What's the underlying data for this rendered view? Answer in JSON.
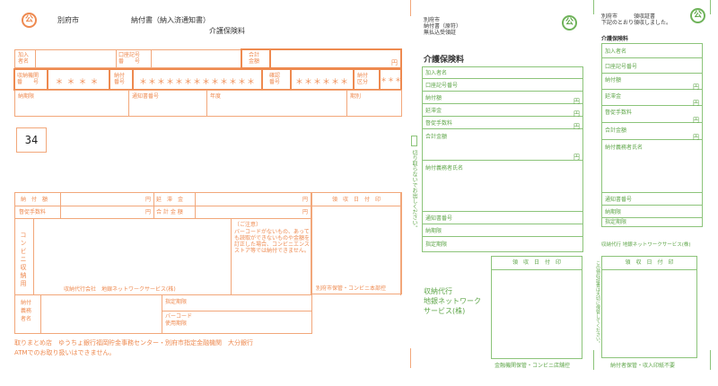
{
  "left_slip": {
    "city": "別府市",
    "title": "納付書（納入済通知書）",
    "subtitle": "介護保険料",
    "seal": "公",
    "row1": {
      "subscriber_label": "加入\n者名",
      "account_label": "口座記号\n番　　号",
      "total_label": "合計\n金額",
      "yen": "円"
    },
    "row2": {
      "institution_label": "収納機関\n番　　号",
      "institution_value": "＊＊＊＊",
      "payment_no_label": "納付\n番号",
      "payment_no_value": "＊＊＊＊＊＊＊＊＊＊＊＊＊",
      "confirm_label": "確認\n番号",
      "confirm_value": "＊＊＊＊＊＊",
      "category_label": "納付\n区分",
      "category_value": "＊＊＊"
    },
    "row3": {
      "due_label": "納期限",
      "notice_label": "通知書番号",
      "year_label": "年度",
      "term_label": "期別"
    },
    "page_number": "34",
    "amounts": {
      "payment_label": "納　付　額",
      "late_fee_label": "延　滞　金",
      "reminder_fee_label": "督促手数料",
      "total_label": "合 計 金 額",
      "yen": "円"
    },
    "receipt_stamp_label": "領　収　日　付　印",
    "convenience_label": "コンビニ収納用",
    "agent_label": "収納代行会社　地銀ネットワークサービス(株)",
    "notice_title": "〔ご注意〕",
    "notice_body": "バーコードがないもの、あっても読取ができないものや金額を訂正した場合、コンビニエンスストア等では納付できません。",
    "storage_note": "別府市保管・コンビニ本部控",
    "payer_label": "納付\n義務\n者名",
    "designated_due_label": "指定期限",
    "barcode_due_label": "バーコード\n使用期限",
    "footer_line1": "取りまとめ店　ゆうちょ銀行福岡貯金事務センター・別府市指定金融機関　大分銀行",
    "footer_line2": "ATMでのお取り扱いはできません。"
  },
  "middle_slip": {
    "header_line1": "別府市",
    "header_line2": "納付書（原符）",
    "header_line3": "無払込受領証",
    "seal": "公",
    "section_title": "介護保険料",
    "rows": [
      {
        "label": "加入者名",
        "yen": ""
      },
      {
        "label": "口座記号番号",
        "yen": ""
      },
      {
        "label": "納付額",
        "yen": "円"
      },
      {
        "label": "延滞金",
        "yen": "円"
      },
      {
        "label": "督促手数料",
        "yen": "円"
      },
      {
        "label": "合計金額",
        "yen": "円"
      },
      {
        "label": "納付義務者氏名",
        "yen": ""
      },
      {
        "label": "通知書番号",
        "yen": ""
      },
      {
        "label": "納期限",
        "yen": ""
      },
      {
        "label": "指定期限",
        "yen": ""
      }
    ],
    "side_note": "切り取らないでお出しください。",
    "agent_line1": "収納代行",
    "agent_line2": "地銀ネットワーク",
    "agent_line3": "サービス(株)",
    "receipt_stamp_label": "領　収　日　付　印",
    "storage_note": "金融機関保管・コンビニ店舗控"
  },
  "right_slip": {
    "header_line1": "別府市　　　領収証書",
    "header_line2": "下記のとおり領収しました。",
    "seal": "公",
    "section_title": "介護保険料",
    "rows": [
      {
        "label": "加入者名",
        "yen": ""
      },
      {
        "label": "口座記号番号",
        "yen": ""
      },
      {
        "label": "納付額",
        "yen": "円"
      },
      {
        "label": "延滞金",
        "yen": "円"
      },
      {
        "label": "督促手数料",
        "yen": "円"
      },
      {
        "label": "合計金額",
        "yen": "円"
      },
      {
        "label": "納付義務者氏名",
        "yen": ""
      },
      {
        "label": "通知書番号",
        "yen": ""
      },
      {
        "label": "納期限",
        "yen": ""
      },
      {
        "label": "指定期限",
        "yen": ""
      }
    ],
    "agent_label": "収納代行 地銀ネットワークサービス(株)",
    "receipt_stamp_label": "領　収　日　付　印",
    "side_note": "この領収証書は大切に保管してください。",
    "storage_note": "納付者保管・収入印紙不要"
  }
}
